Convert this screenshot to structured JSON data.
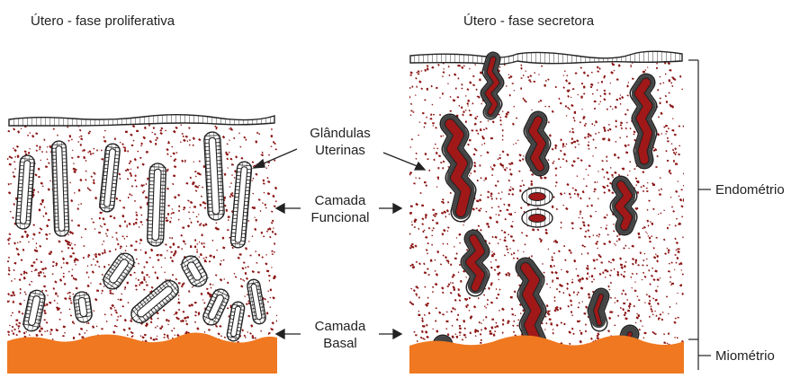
{
  "panels": {
    "left_title": "Útero - fase proliferativa",
    "right_title": "Útero - fase secretora"
  },
  "labels": {
    "glandulas": [
      "Glândulas",
      "Uterinas"
    ],
    "camada_funcional": [
      "Camada",
      "Funcional"
    ],
    "camada_basal": [
      "Camada",
      "Basal"
    ],
    "endometrio": "Endométrio",
    "miometrio": "Miométrio"
  },
  "colors": {
    "myometrium": "#f07820",
    "stroma_dots": "#8b1414",
    "gland_lumen_secretory": "#a01818",
    "gland_outline": "#222222",
    "epithelium_fill": "#ffffff"
  }
}
